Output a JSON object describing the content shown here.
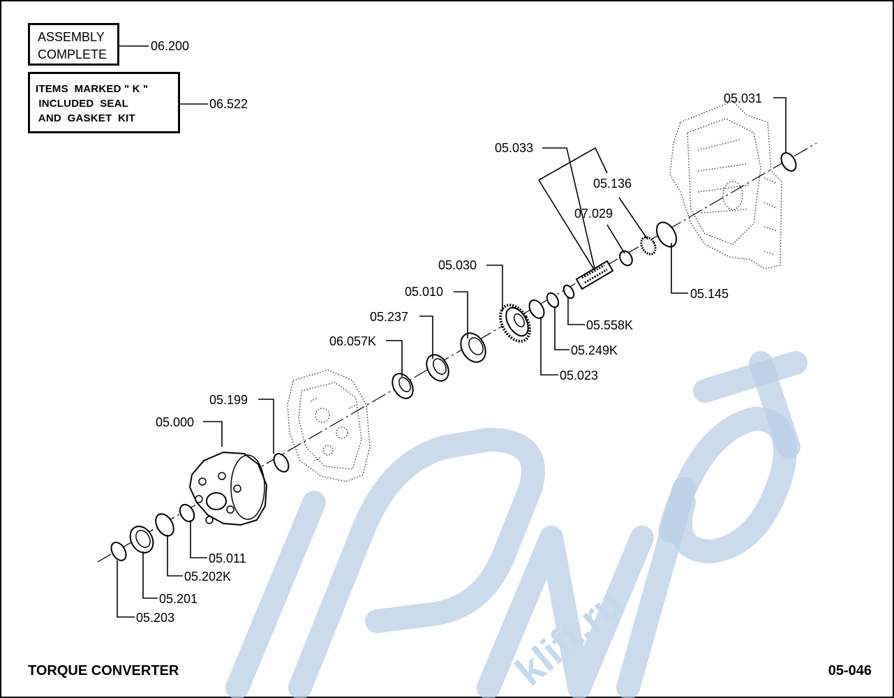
{
  "assembly_box": {
    "line1": "ASSEMBLY",
    "line2": "COMPLETE",
    "ref": "06.200"
  },
  "kit_box": {
    "line1": "ITEMS  MARKED \" K \"",
    "line2": " INCLUDED  SEAL",
    "line3": " AND  GASKET  KIT",
    "ref": "06.522"
  },
  "parts": [
    {
      "id": "05.031"
    },
    {
      "id": "05.033"
    },
    {
      "id": "05.136"
    },
    {
      "id": "07.029"
    },
    {
      "id": "05.145"
    },
    {
      "id": "05.030"
    },
    {
      "id": "05.010"
    },
    {
      "id": "05.558K"
    },
    {
      "id": "05.237"
    },
    {
      "id": "05.249K"
    },
    {
      "id": "06.057K"
    },
    {
      "id": "05.023"
    },
    {
      "id": "05.199"
    },
    {
      "id": "05.000"
    },
    {
      "id": "05.011"
    },
    {
      "id": "05.202K"
    },
    {
      "id": "05.201"
    },
    {
      "id": "05.203"
    }
  ],
  "footer": {
    "title": "TORQUE CONVERTER",
    "page_code": "05-046"
  },
  "watermark": {
    "text": "klift.ru",
    "color": "#b9cfe6"
  }
}
